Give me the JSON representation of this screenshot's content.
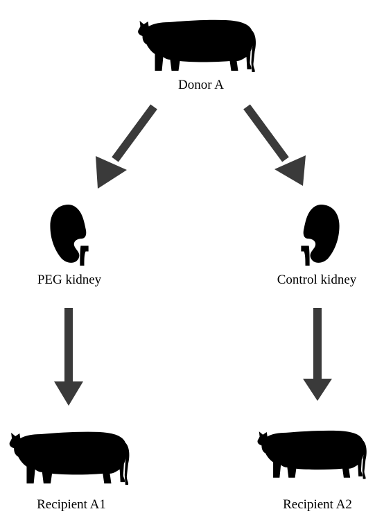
{
  "labels": {
    "donor": "Donor A",
    "peg_kidney": "PEG kidney",
    "control_kidney": "Control kidney",
    "recipient_a1": "Recipient A1",
    "recipient_a2": "Recipient A2"
  },
  "colors": {
    "silhouette": "#000000",
    "arrow": "#3a3a3a",
    "background": "#ffffff"
  },
  "icons": {
    "donor": "pig-icon",
    "kidney_left": "kidney-icon",
    "kidney_right": "kidney-icon",
    "recipient_a1": "pig-icon",
    "recipient_a2": "pig-icon"
  }
}
